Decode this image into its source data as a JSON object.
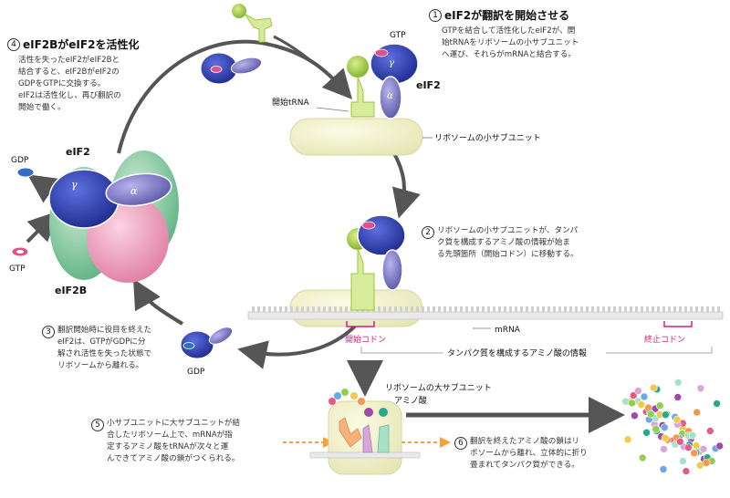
{
  "steps": {
    "s1": {
      "num": "1",
      "title": "eIF2が翻訳を開始させる",
      "lines": [
        "GTPを結合して活性化したeIF2が、開",
        "始tRNAをリボソームの小サブユニット",
        "へ運び、それらがmRNAと結合する。"
      ]
    },
    "s2": {
      "num": "2",
      "lines": [
        "リボソームの小サブユニットが、タンパ",
        "ク質を構成するアミノ酸の情報が始ま",
        "る先頭箇所（開始コドン）に移動する。"
      ]
    },
    "s3": {
      "num": "3",
      "lines": [
        "翻訳開始時に役目を終えた",
        "eIF2は、GTPがGDPに分",
        "解され活性を失った状態で",
        "リボソームから離れる。"
      ]
    },
    "s4": {
      "num": "4",
      "title": "eIF2BがeIF2を活性化",
      "lines": [
        "活性を失ったeIF2がeIF2Bと",
        "結合すると、eIF2BがeIF2の",
        "GDPをGTPに交換する。",
        "eIF2は活性化し、再び翻訳の",
        "開始で働く。"
      ]
    },
    "s5": {
      "num": "5",
      "lines": [
        "小サブユニットに大サブユニットが結",
        "合したリボソーム上で、mRNAが指",
        "定するアミノ酸をtRNAが次々と運",
        "んできてアミノ酸の鎖がつくられる。"
      ]
    },
    "s6": {
      "num": "6",
      "lines": [
        "翻訳を終えたアミノ酸の鎖はリ",
        "ボソームから離れ、立体的に折り",
        "畳まれてタンパク質ができる。"
      ]
    }
  },
  "labels": {
    "gtp": "GTP",
    "gdp": "GDP",
    "eif2": "eIF2",
    "eif2b": "eIF2B",
    "gamma": "γ",
    "alpha": "α",
    "start_trna": "開始tRNA",
    "small_subunit": "リボソームの小サブユニット",
    "mrna": "mRNA",
    "start_codon": "開始コドン",
    "stop_codon": "終止コドン",
    "protein_info": "タンパク質を構成するアミノ酸の情報",
    "large_subunit": "リボソームの大サブユニット",
    "amino_acid": "アミノ酸"
  },
  "colors": {
    "eif2_gamma": "#2f3ea8",
    "eif2_alpha": "#7a76c4",
    "eif2b_green": "#8fd0a6",
    "eif2b_pink": "#ef9ab8",
    "trna_green": "#9cc93a",
    "ribosome": "#f2f2c9",
    "arrow": "#555555",
    "codon": "#d81b7a",
    "gtp_pink": "#e0508f",
    "gdp_blue": "#2f6fc9"
  }
}
